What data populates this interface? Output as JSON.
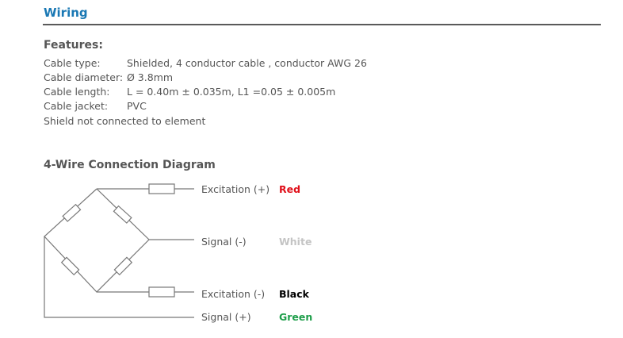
{
  "title": "Wiring",
  "features": {
    "heading": "Features:",
    "rows": [
      {
        "label": "Cable type:",
        "value": "Shielded, 4 conductor cable , conductor AWG 26"
      },
      {
        "label": "Cable diameter:",
        "value": "Ø 3.8mm"
      },
      {
        "label": "Cable length:",
        "value": "L = 0.40m ± 0.035m, L1 =0.05 ± 0.005m"
      },
      {
        "label": "Cable jacket:",
        "value": "PVC"
      }
    ],
    "note": "Shield not connected to element"
  },
  "diagram": {
    "title": "4-Wire Connection Diagram",
    "wires": [
      {
        "label": "Excitation (+)",
        "color_name": "Red",
        "color": "#e0101a"
      },
      {
        "label": "Signal (-)",
        "color_name": "White",
        "color": "#c4c4c4"
      },
      {
        "label": "Excitation (-)",
        "color_name": "Black",
        "color": "#000000"
      },
      {
        "label": "Signal (+)",
        "color_name": "Green",
        "color": "#1e9e4a"
      }
    ]
  }
}
